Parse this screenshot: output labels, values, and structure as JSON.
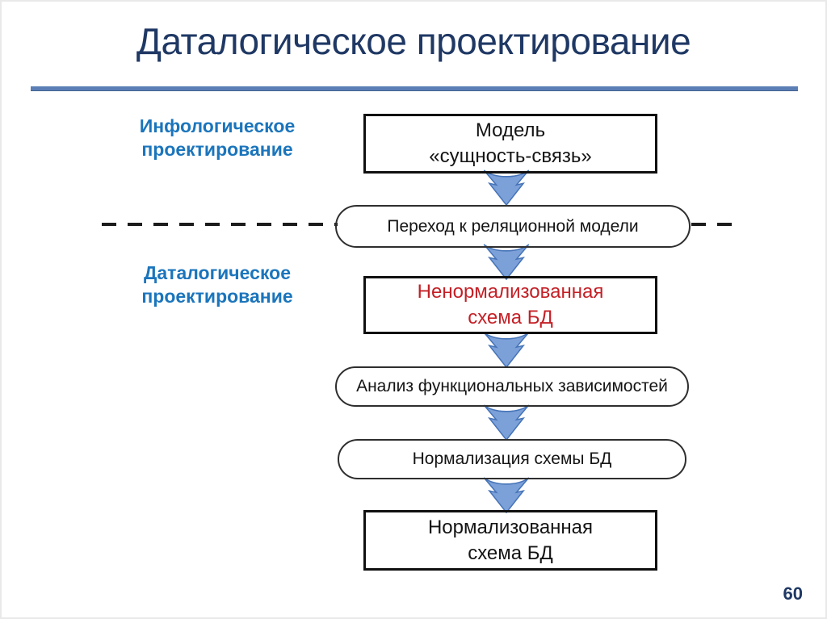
{
  "slide": {
    "title": "Даталогическое проектирование",
    "page_number": "60"
  },
  "side_labels": {
    "infological": {
      "line1": "Инфологическое",
      "line2": "проектирование"
    },
    "datalogical": {
      "line1": "Даталогическое",
      "line2": "проектирование"
    }
  },
  "flow": {
    "model_box": {
      "line1": "Модель",
      "line2": "«сущность-связь»"
    },
    "transition_stadium": {
      "label": "Переход к реляционной модели"
    },
    "unnormalized_box": {
      "line1": "Ненормализованная",
      "line2": "схема БД"
    },
    "analysis_stadium": {
      "label": "Анализ функциональных зависимостей"
    },
    "normalization_stadium": {
      "label": "Нормализация схемы БД"
    },
    "normalized_box": {
      "line1": "Нормализованная",
      "line2": "схема БД"
    }
  },
  "icons": {
    "down_arrow": "down-arrow-icon"
  },
  "colors": {
    "title_navy": "#1F3864",
    "accent_blue": "#1B75BC",
    "warning_red": "#C42026",
    "rule_blue": "#5B7FB5",
    "arrow_fill": "#7CA0D8",
    "arrow_stroke": "#4674B8",
    "shape_border": "#101010",
    "dash_black": "#1c1c1c"
  }
}
